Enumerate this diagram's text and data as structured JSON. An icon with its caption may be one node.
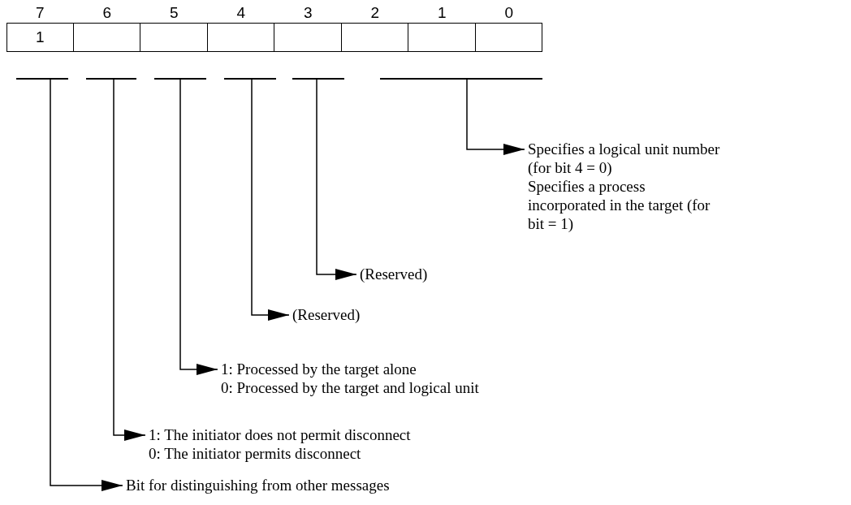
{
  "diagram": {
    "nodes": [
      {
        "text": [
          "1"
        ],
        "beside": [
          "7"
        ]
      },
      {
        "text": [],
        "shape": "box",
        "beside": [
          "6"
        ]
      },
      {
        "text": [],
        "shape": "box",
        "beside": [
          "5"
        ]
      },
      {
        "text": [],
        "shape": "box",
        "beside": [
          "4"
        ]
      },
      {
        "text": [],
        "shape": "box",
        "beside": [
          "3"
        ]
      },
      {
        "text": [],
        "shape": "box",
        "beside": [
          "2"
        ]
      },
      {
        "text": [],
        "shape": "box",
        "beside": [
          "1"
        ]
      },
      {
        "text": [],
        "shape": "box",
        "beside": [
          "0"
        ]
      },
      {
        "text": [],
        "shape": "bar"
      },
      {
        "text": [],
        "shape": "bar"
      },
      {
        "text": [],
        "shape": "bar"
      },
      {
        "text": [],
        "shape": "bar"
      },
      {
        "text": [],
        "shape": "bar"
      },
      {
        "text": [],
        "shape": "bar"
      },
      {
        "text": [
          "Specifies a logical unit number (for bit 4 = 0)",
          "Specifies a process incorporated in the target (for bit = 1)"
        ]
      },
      {
        "text": [
          "(Reserved)"
        ]
      },
      {
        "text": [
          "(Reserved)"
        ]
      },
      {
        "text": [
          "1: Processed by the target alone",
          "0: Processed by the target and logical unit"
        ]
      },
      {
        "text": [
          "1: The initiator does not permit disconnect",
          "0: The initiator permits disconnect"
        ]
      },
      {
        "text": [
          "Bit for distinguishing from other messages"
        ]
      }
    ],
    "edges": [
      {
        "from": 8,
        "to": 19,
        "arrow": "to"
      },
      {
        "from": 9,
        "to": 18,
        "arrow": "to"
      },
      {
        "from": 10,
        "to": 17,
        "arrow": "to"
      },
      {
        "from": 11,
        "to": 16,
        "arrow": "to"
      },
      {
        "from": 12,
        "to": 15,
        "arrow": "to"
      },
      {
        "from": 13,
        "to": 14,
        "arrow": "to"
      }
    ]
  }
}
